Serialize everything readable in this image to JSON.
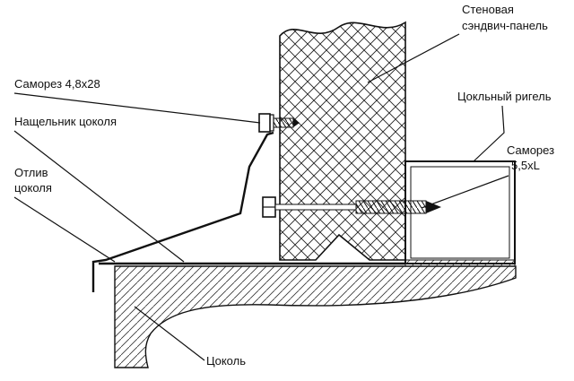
{
  "labels": {
    "wall_panel_line1": "Стеновая",
    "wall_panel_line2": "сэндвич-панель",
    "screw_small": "Саморез 4,8х28",
    "plinth_flashing": "Нащельник цоколя",
    "drip_line1": "Отлив",
    "drip_line2": "цоколя",
    "plinth_rail": "Цокльный ригель",
    "screw_long_line1": "Саморез",
    "screw_long_line2": "5,5xL",
    "plinth": "Цоколь"
  }
}
